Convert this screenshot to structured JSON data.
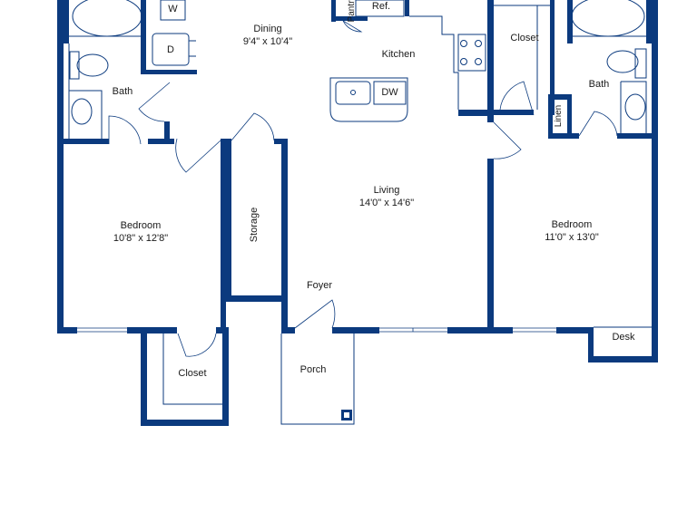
{
  "rooms": {
    "dining": {
      "name": "Dining",
      "size": "9'4\" x 10'4\""
    },
    "kitchen": {
      "name": "Kitchen"
    },
    "living": {
      "name": "Living",
      "size": "14'0\" x 14'6\""
    },
    "bedroom_left": {
      "name": "Bedroom",
      "size": "10'8\" x 12'8\""
    },
    "bedroom_right": {
      "name": "Bedroom",
      "size": "11'0\" x 13'0\""
    },
    "bath_left": {
      "name": "Bath"
    },
    "bath_right": {
      "name": "Bath"
    },
    "closet_top": {
      "name": "Closet"
    },
    "closet_bottom": {
      "name": "Closet"
    },
    "storage": {
      "name": "Storage"
    },
    "foyer": {
      "name": "Foyer"
    },
    "porch": {
      "name": "Porch"
    },
    "desk": {
      "name": "Desk"
    },
    "linen": {
      "name": "Linen"
    },
    "pantry": {
      "name": "Pantry"
    }
  },
  "fixtures": {
    "washer": "W",
    "dryer": "D",
    "refrigerator": "Ref.",
    "dishwasher": "DW"
  },
  "colors": {
    "wall": "#0b3a7e",
    "text": "#1a1a1a",
    "background": "#ffffff"
  }
}
